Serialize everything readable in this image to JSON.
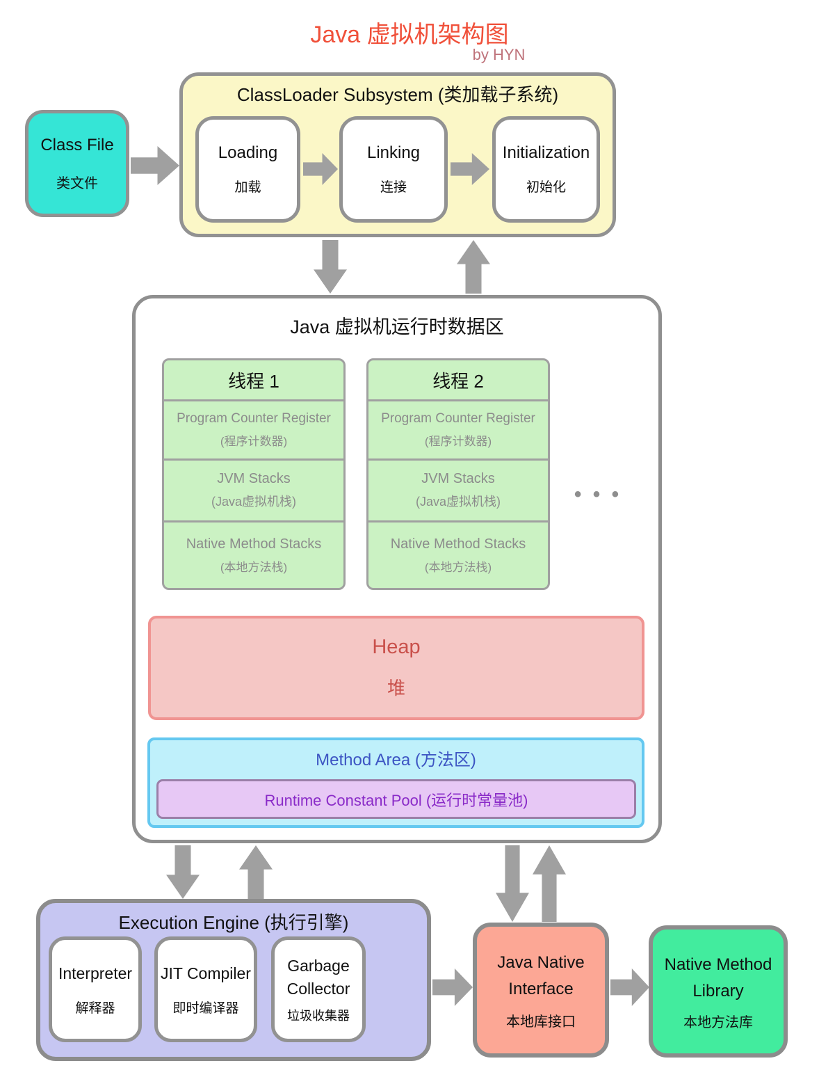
{
  "header": {
    "title": "Java 虚拟机架构图",
    "byline": "by HYN"
  },
  "class_file": {
    "title": "Class File",
    "subtitle": "类文件"
  },
  "classloader": {
    "title": "ClassLoader Subsystem (类加载子系统)",
    "stages": [
      {
        "title": "Loading",
        "subtitle": "加载"
      },
      {
        "title": "Linking",
        "subtitle": "连接"
      },
      {
        "title": "Initialization",
        "subtitle": "初始化"
      }
    ]
  },
  "runtime": {
    "title": "Java 虚拟机运行时数据区",
    "ellipsis": "• • •",
    "threads": [
      {
        "title": "线程 1",
        "sections": [
          {
            "title": "Program Counter Register",
            "subtitle": "(程序计数器)"
          },
          {
            "title": "JVM Stacks",
            "subtitle": "(Java虚拟机栈)"
          },
          {
            "title": "Native Method Stacks",
            "subtitle": "(本地方法栈)"
          }
        ]
      },
      {
        "title": "线程 2",
        "sections": [
          {
            "title": "Program Counter Register",
            "subtitle": "(程序计数器)"
          },
          {
            "title": "JVM Stacks",
            "subtitle": "(Java虚拟机栈)"
          },
          {
            "title": "Native Method Stacks",
            "subtitle": "(本地方法栈)"
          }
        ]
      }
    ],
    "heap": {
      "title": "Heap",
      "subtitle": "堆"
    },
    "method_area": {
      "title": "Method Area (方法区)",
      "runtime_constant_pool": "Runtime Constant Pool (运行时常量池)"
    }
  },
  "execution_engine": {
    "title": "Execution Engine (执行引擎)",
    "components": [
      {
        "title": "Interpreter",
        "subtitle": "解释器"
      },
      {
        "title": "JIT Compiler",
        "subtitle": "即时编译器"
      },
      {
        "title": "Garbage Collector",
        "subtitle": "垃圾收集器"
      }
    ]
  },
  "jni": {
    "title": "Java Native Interface",
    "subtitle": "本地库接口"
  },
  "native_library": {
    "title": "Native Method Library",
    "subtitle": "本地方法库"
  },
  "colors": {
    "title_accent": "#F0503A",
    "byline": "#BF737B",
    "border_gray": "#8C8C8C",
    "arrow_gray": "#A0A0A0",
    "class_file_bg": "#35E5D6",
    "classloader_bg": "#FBF7C7",
    "thread_bg": "#CBF2C3",
    "thread_text": "#8C8C8C",
    "heap_bg": "#F5C7C5",
    "heap_border": "#F09492",
    "heap_text": "#C9504B",
    "method_area_bg": "#BFF0FB",
    "method_area_border": "#64C8F0",
    "method_area_text": "#3D55C3",
    "constant_pool_bg": "#E7C8F5",
    "constant_pool_text": "#8A2BC8",
    "execution_engine_bg": "#C6C6F2",
    "jni_bg": "#FCA795",
    "native_library_bg": "#42EC9E"
  }
}
